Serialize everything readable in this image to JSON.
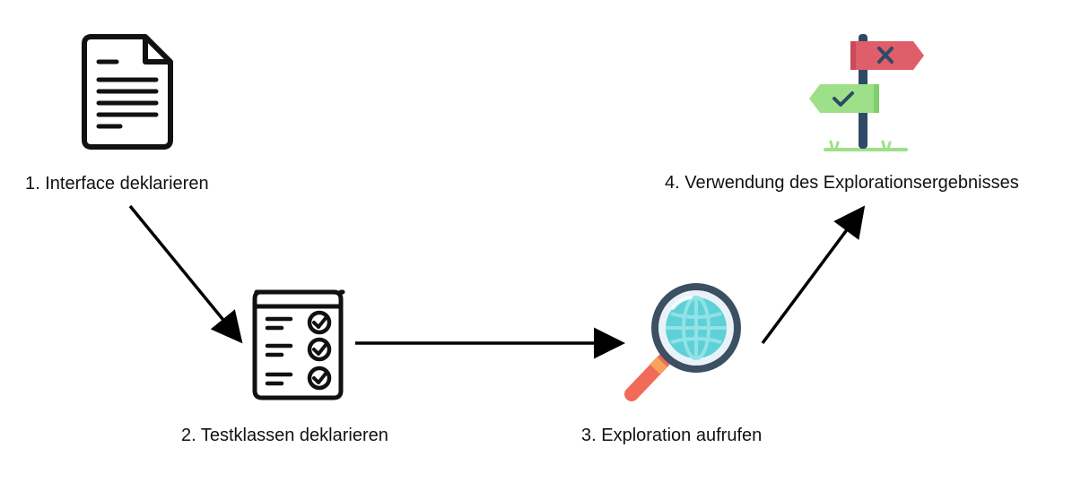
{
  "steps": [
    {
      "label": "1. Interface deklarieren",
      "icon": "document-icon"
    },
    {
      "label": "2. Testklassen deklarieren",
      "icon": "checklist-icon"
    },
    {
      "label": "3. Exploration aufrufen",
      "icon": "magnifier-globe-icon"
    },
    {
      "label": "4. Verwendung des Explorationsergebnisses",
      "icon": "signpost-icon"
    }
  ],
  "colors": {
    "arrow": "#000000",
    "signpost_red": "#e05d6a",
    "signpost_green": "#9ee08a",
    "signpost_pole": "#2f4a66",
    "magnifier_rim": "#3d4f63",
    "magnifier_glass": "#5fd0d6",
    "magnifier_handle": "#f26a5a"
  }
}
